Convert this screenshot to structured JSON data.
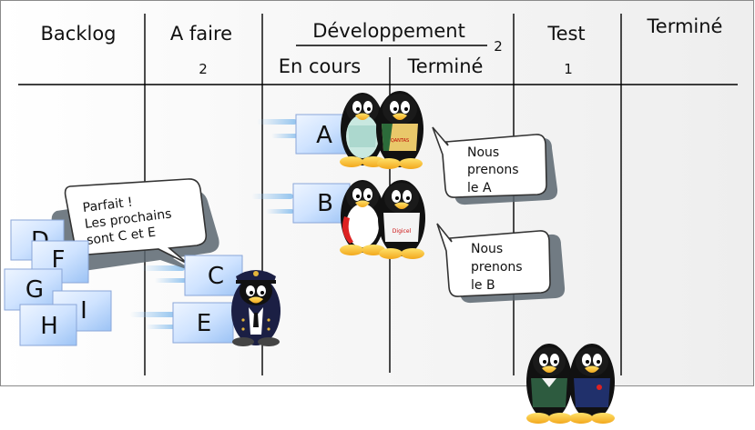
{
  "columns": {
    "backlog": "Backlog",
    "a_faire": "A faire",
    "developpement": "Développement",
    "en_cours": "En cours",
    "termine_dev": "Terminé",
    "test": "Test",
    "termine": "Terminé"
  },
  "wip_limits": {
    "a_faire": "2",
    "developpement": "2",
    "test": "1"
  },
  "cards": {
    "a": "A",
    "b": "B",
    "c": "C",
    "d": "D",
    "e": "E",
    "f": "F",
    "g": "G",
    "h": "H",
    "i": "I"
  },
  "bubbles": {
    "manager": [
      "Parfait !",
      "Les prochains",
      "sont C et E"
    ],
    "team_a": [
      "Nous",
      "prenons",
      "le A"
    ],
    "team_b": [
      "Nous",
      "prenons",
      "le B"
    ]
  },
  "jersey_texts": {
    "sponsor_1": "QANTAS",
    "sponsor_2": "Digicel"
  },
  "colors": {
    "card_fill": "#cfe3ff",
    "card_edge": "#8aa6d8",
    "motion": "#8fc2ee",
    "bubble": "#ffffff",
    "bubble_shadow": "#5a6670",
    "line": "#000000"
  }
}
